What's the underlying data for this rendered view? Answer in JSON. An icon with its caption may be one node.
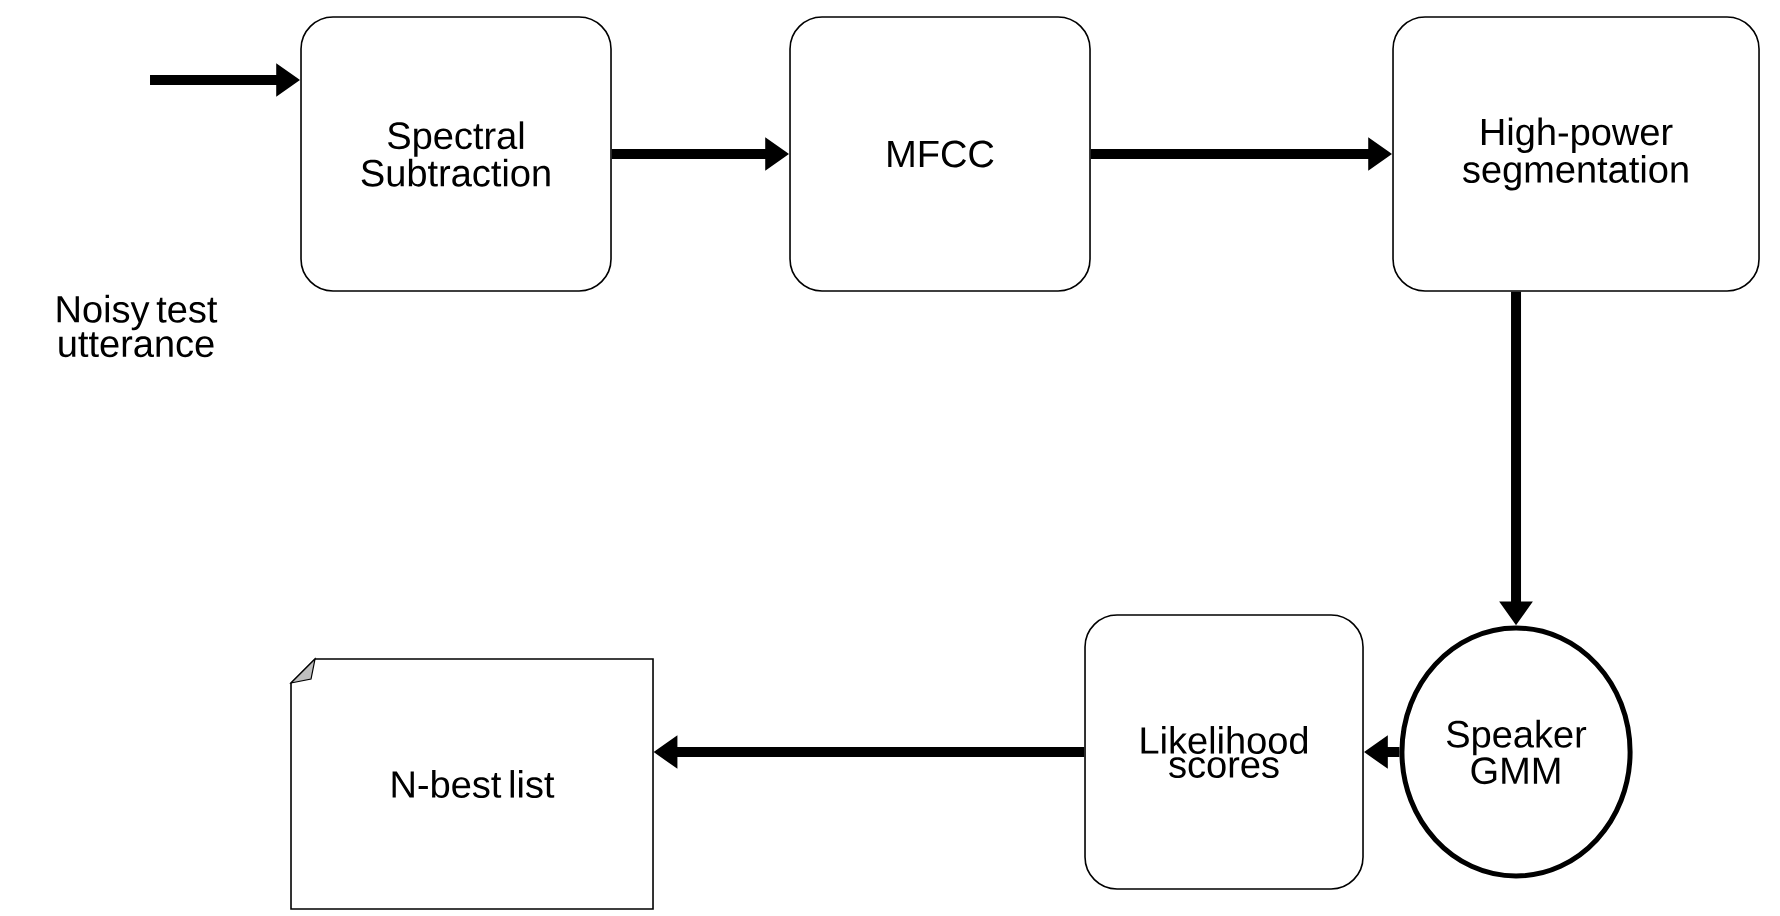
{
  "diagram": {
    "nodes": [
      {
        "text": [
          "Spectral Subtraction"
        ]
      },
      {
        "text": [
          "MFCC"
        ]
      },
      {
        "text": [
          "High-power segmentation"
        ]
      },
      {
        "text": [
          "Speaker GMM"
        ]
      },
      {
        "text": [
          "Likelihood scores"
        ]
      },
      {
        "text": [
          "N-best list"
        ]
      }
    ],
    "edges": [
      {
        "from": null,
        "to": 0,
        "arrow": "to"
      },
      {
        "from": 0,
        "to": 1,
        "arrow": "to"
      },
      {
        "from": 1,
        "to": 2,
        "arrow": "to"
      },
      {
        "from": 2,
        "to": 3,
        "arrow": "to"
      },
      {
        "from": 3,
        "to": 4,
        "arrow": "to"
      },
      {
        "from": 4,
        "to": 5,
        "arrow": "to"
      }
    ],
    "labels": [
      "Noisy test utterance"
    ]
  }
}
